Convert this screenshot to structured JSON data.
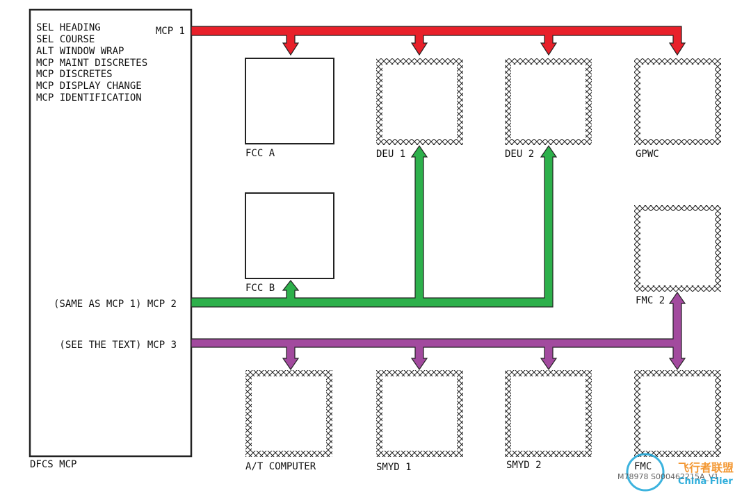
{
  "mcp_box": {
    "title": "DFCS MCP",
    "signals": [
      "SEL HEADING",
      "SEL COURSE",
      "ALT WINDOW WRAP",
      "MCP MAINT DISCRETES",
      "MCP DISCRETES",
      "MCP DISPLAY CHANGE",
      "MCP IDENTIFICATION"
    ],
    "bus_labels": {
      "mcp1": "MCP 1",
      "mcp2": "(SAME AS MCP 1) MCP 2",
      "mcp3": "(SEE THE TEXT) MCP 3"
    }
  },
  "units": {
    "fcc_a": "FCC A",
    "fcc_b": "FCC B",
    "deu_1": "DEU 1",
    "deu_2": "DEU 2",
    "gpwc": "GPWC",
    "fmc_2": "FMC 2",
    "at_computer": "A/T COMPUTER",
    "smyd_1": "SMYD 1",
    "smyd_2": "SMYD 2",
    "fmc_1": "FMC"
  },
  "figure_id": "M78978 S000462215A_V1",
  "watermark": {
    "chinese": "飞行者联盟",
    "english": "China Flier",
    "badge_text": "FMC"
  },
  "colors": {
    "mcp1_bus": "#e8202a",
    "mcp2_bus": "#2db04b",
    "mcp3_bus": "#a24a9e",
    "box_border": "#222222",
    "watermark_blue": "#1aa6d8",
    "watermark_orange": "#f28c1c"
  }
}
